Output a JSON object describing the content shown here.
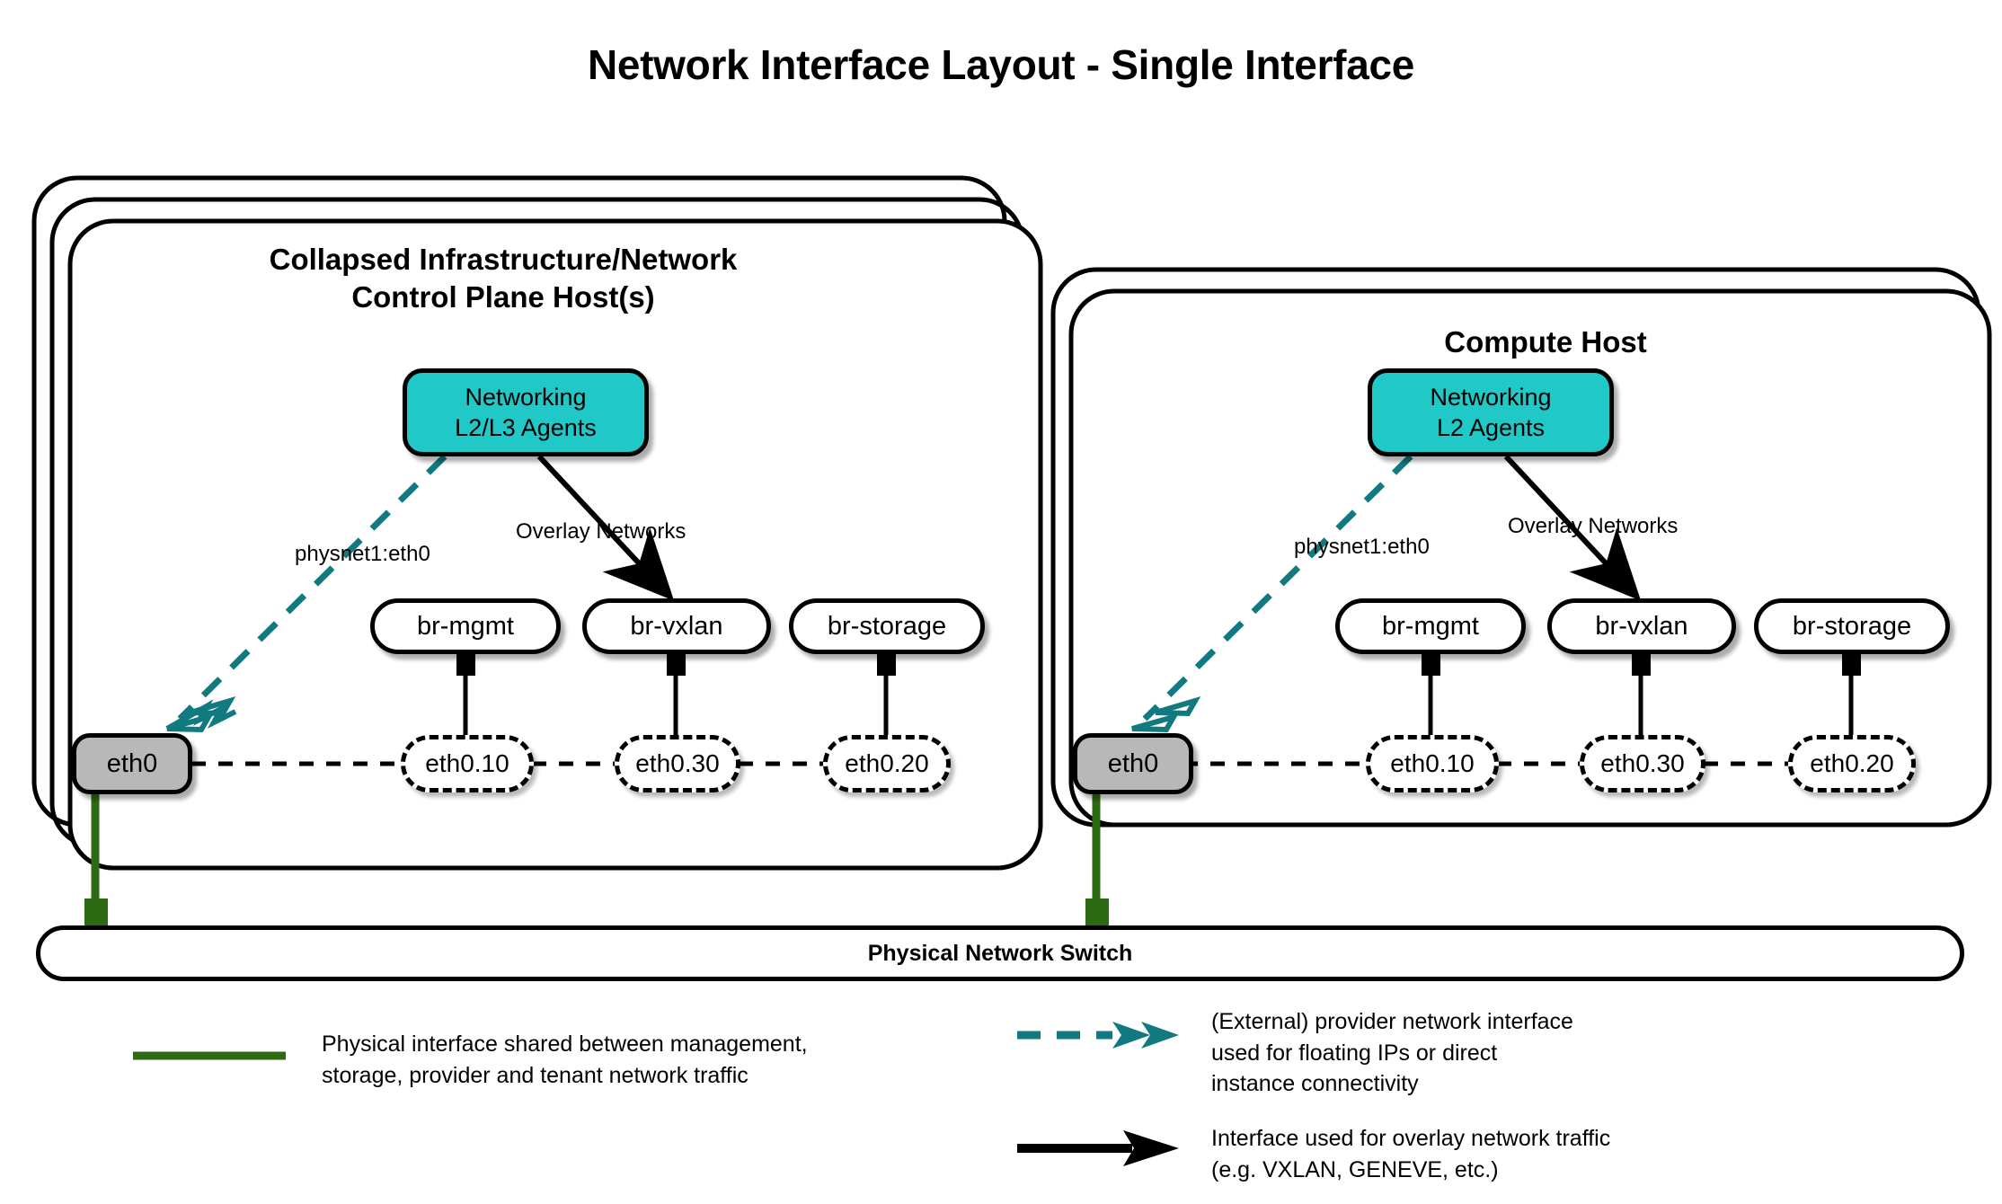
{
  "title": "Network Interface Layout - Single Interface",
  "colors": {
    "agent_fill": "#21c8c8",
    "eth_fill": "#b8b8b8",
    "provider_teal": "#117a80",
    "physical_green": "#2d6a14",
    "outline": "#000000"
  },
  "hosts": [
    {
      "id": "control-plane",
      "title": "Collapsed Infrastructure/Network\nControl Plane Host(s)",
      "title_line1": "Collapsed Infrastructure/Network",
      "title_line2": "Control Plane Host(s)",
      "stack_count": 3,
      "agent": {
        "line1": "Networking",
        "line2": "L2/L3 Agents"
      },
      "provider_label": "physnet1:eth0",
      "overlay_label": "Overlay Networks",
      "physical_interface": "eth0",
      "bridges": [
        {
          "bridge": "br-mgmt",
          "vlan": "eth0.10"
        },
        {
          "bridge": "br-vxlan",
          "vlan": "eth0.30"
        },
        {
          "bridge": "br-storage",
          "vlan": "eth0.20"
        }
      ]
    },
    {
      "id": "compute",
      "title": "Compute Host",
      "title_line1": "Compute Host",
      "title_line2": "",
      "stack_count": 2,
      "agent": {
        "line1": "Networking",
        "line2": "L2 Agents"
      },
      "provider_label": "physnet1:eth0",
      "overlay_label": "Overlay Networks",
      "physical_interface": "eth0",
      "bridges": [
        {
          "bridge": "br-mgmt",
          "vlan": "eth0.10"
        },
        {
          "bridge": "br-vxlan",
          "vlan": "eth0.30"
        },
        {
          "bridge": "br-storage",
          "vlan": "eth0.20"
        }
      ]
    }
  ],
  "switch": {
    "label": "Physical Network Switch"
  },
  "legend": [
    {
      "id": "physical",
      "style": "solid-green-line",
      "text": "Physical interface shared between management,\nstorage, provider and tenant network traffic"
    },
    {
      "id": "provider",
      "style": "dashed-teal-double-arrow",
      "text": "(External) provider network interface\nused for floating IPs or direct\ninstance connectivity"
    },
    {
      "id": "overlay",
      "style": "solid-black-arrow",
      "text": "Interface used for overlay network traffic\n(e.g. VXLAN, GENEVE, etc.)"
    }
  ]
}
